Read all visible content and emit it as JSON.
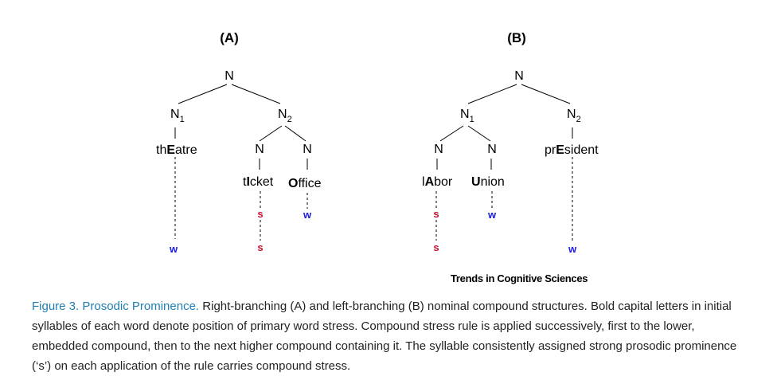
{
  "panels": {
    "a_label": "(A)",
    "b_label": "(B)"
  },
  "tree_a": {
    "root": "N",
    "n1": "N",
    "n1_sub": "1",
    "n2": "N",
    "n2_sub": "2",
    "n2_left": "N",
    "n2_right": "N",
    "word1": {
      "pre": "th",
      "bold": "E",
      "post": "atre"
    },
    "word2": {
      "pre": "t",
      "bold": "I",
      "post": "cket"
    },
    "word3": {
      "pre": "",
      "bold": "O",
      "post": "ffice"
    },
    "marks": {
      "ticket_lower": "s",
      "office_lower": "w",
      "theatre_upper": "w",
      "ticket_upper": "s"
    }
  },
  "tree_b": {
    "root": "N",
    "n1": "N",
    "n1_sub": "1",
    "n2": "N",
    "n2_sub": "2",
    "n1_left": "N",
    "n1_right": "N",
    "word1": {
      "pre": "l",
      "bold": "A",
      "post": "bor"
    },
    "word2": {
      "pre": "",
      "bold": "U",
      "post": "nion"
    },
    "word3": {
      "pre": "pr",
      "bold": "E",
      "post": "sident"
    },
    "marks": {
      "labor_lower": "s",
      "union_lower": "w",
      "labor_upper": "s",
      "president_upper": "w"
    }
  },
  "source": "Trends in Cognitive Sciences",
  "caption": {
    "title": "Figure 3. Prosodic Prominence.",
    "text": " Right-branching (A) and left-branching (B) nominal compound structures. Bold capital letters in initial syllables of each word denote position of primary word stress. Compound stress rule is applied successively, first to the lower, embedded compound, then to the next higher compound containing it. The syllable consistently assigned strong prosodic prominence (‘s’) on each application of the rule carries compound stress."
  },
  "colors": {
    "strong": "#c8102e",
    "weak": "#1a1ae6",
    "caption_title": "#1f7fb4"
  }
}
